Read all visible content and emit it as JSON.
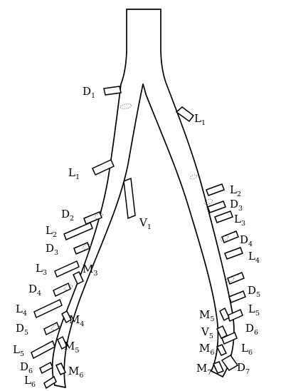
{
  "labels": {
    "left_trunk": {
      "d1": {
        "letter": "D",
        "index": "1"
      },
      "l1": {
        "letter": "L",
        "index": "1"
      },
      "v1": {
        "letter": "V",
        "index": "1"
      }
    },
    "left_lateral": [
      {
        "letter": "D",
        "index": "2"
      },
      {
        "letter": "L",
        "index": "2"
      },
      {
        "letter": "D",
        "index": "3"
      },
      {
        "letter": "L",
        "index": "3"
      },
      {
        "letter": "D",
        "index": "4"
      },
      {
        "letter": "L",
        "index": "4"
      },
      {
        "letter": "D",
        "index": "5"
      },
      {
        "letter": "L",
        "index": "5"
      },
      {
        "letter": "D",
        "index": "6"
      },
      {
        "letter": "L",
        "index": "6"
      }
    ],
    "left_medial": [
      {
        "letter": "M",
        "index": "3"
      },
      {
        "letter": "M",
        "index": "4"
      },
      {
        "letter": "M",
        "index": "5"
      },
      {
        "letter": "M",
        "index": "6"
      }
    ],
    "right_lateral": [
      {
        "letter": "L",
        "index": "1"
      },
      {
        "letter": "L",
        "index": "2"
      },
      {
        "letter": "D",
        "index": "3"
      },
      {
        "letter": "L",
        "index": "3"
      },
      {
        "letter": "D",
        "index": "4"
      },
      {
        "letter": "L",
        "index": "4"
      },
      {
        "letter": "D",
        "index": "5"
      },
      {
        "letter": "L",
        "index": "5"
      },
      {
        "letter": "D",
        "index": "6"
      },
      {
        "letter": "L",
        "index": "6"
      },
      {
        "letter": "D",
        "index": "7"
      }
    ],
    "right_medial": [
      {
        "letter": "M",
        "index": "5"
      },
      {
        "letter": "V",
        "index": "5"
      },
      {
        "letter": "M",
        "index": "6"
      },
      {
        "letter": "M",
        "index": "7"
      }
    ]
  }
}
